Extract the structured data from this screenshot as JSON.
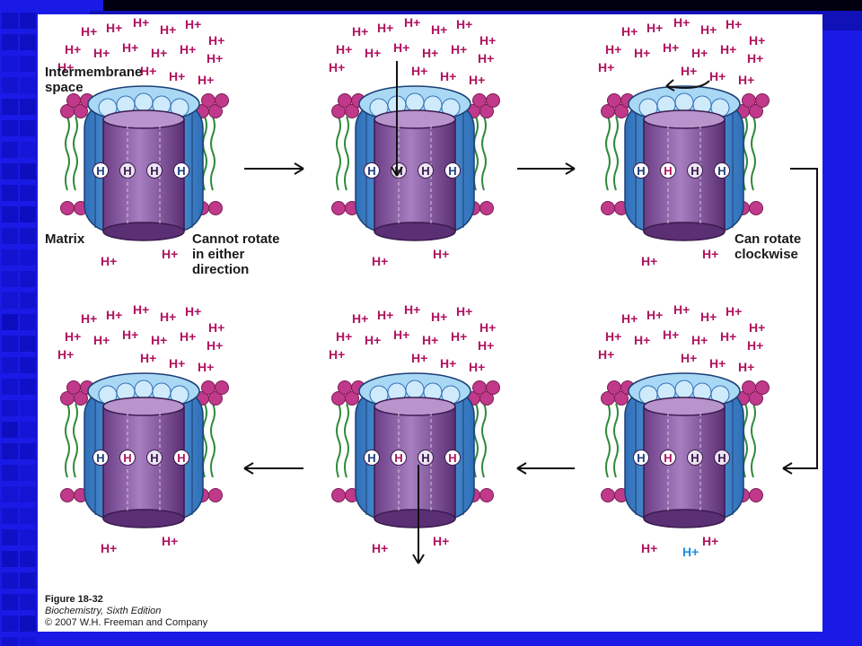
{
  "figure": {
    "proton_label": "H+",
    "h_label": "H",
    "labels": {
      "intermembrane_space": "Intermembrane\nspace",
      "matrix": "Matrix",
      "cannot_rotate": "Cannot rotate\nin either\ndirection",
      "can_rotate": "Can rotate\nclockwise"
    },
    "caption": {
      "figure_number": "Figure 18-32",
      "book": "Biochemistry, Sixth Edition",
      "copyright": "© 2007 W.H. Freeman and Company"
    },
    "colors": {
      "background": "#1a1ae6",
      "panel": "#ffffff",
      "proton_text": "#b0145f",
      "proton_blue": "#1e8fe0",
      "lipid_head": "#c0398a",
      "lipid_tail": "#2e8b3a",
      "rotor": "#8f5ea8",
      "stator": "#3b8fd6",
      "stator_top": "#a9d8f5"
    },
    "steps": [
      {
        "slots": [
          "protonated",
          "neutral",
          "neutral",
          "protonated"
        ]
      },
      {
        "slots": [
          "protonated",
          "neutral",
          "neutral",
          "protonated"
        ],
        "entering_proton": true
      },
      {
        "slots": [
          "protonated",
          "charged",
          "neutral",
          "protonated"
        ],
        "rotation": "clockwise"
      },
      {
        "slots": [
          "protonated",
          "charged",
          "neutral",
          "charged"
        ]
      },
      {
        "slots": [
          "protonated",
          "charged",
          "neutral",
          "charged"
        ],
        "exiting_proton": true
      },
      {
        "slots": [
          "protonated",
          "charged",
          "neutral",
          "neutral"
        ],
        "released_proton": true
      }
    ]
  }
}
